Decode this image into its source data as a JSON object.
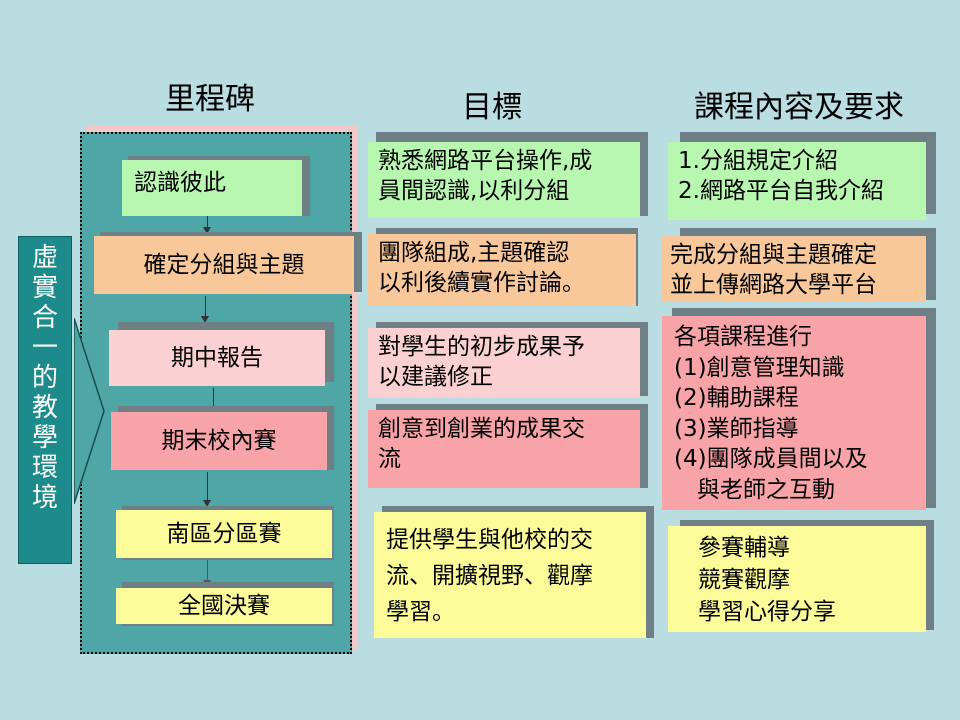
{
  "headings": {
    "milestones": "里程碑",
    "goals": "目標",
    "course": "課程內容及要求"
  },
  "side_label": [
    "虛",
    "實",
    "合",
    "一",
    "的",
    "教",
    "學",
    "環",
    "境"
  ],
  "milestones": [
    "認識彼此",
    "確定分組與主題",
    "期中報告",
    "期末校內賽",
    "南區分區賽",
    "全國決賽"
  ],
  "goals": [
    [
      "熟悉網路平台操作,成",
      "員間認識,以利分組"
    ],
    [
      "團隊組成,主題確認",
      "以利後續實作討論。"
    ],
    [
      "對學生的初步成果予",
      "以建議修正"
    ],
    [
      "創意到創業的成果交",
      "流"
    ],
    [
      "提供學生與他校的交",
      "流、開擴視野、觀摩",
      "學習。"
    ]
  ],
  "course": [
    [
      "1.分組規定介紹",
      "2.網路平台自我介紹"
    ],
    [
      "完成分組與主題確定",
      "並上傳網路大學平台"
    ],
    [
      "各項課程進行",
      "(1)創意管理知識",
      "(2)輔助課程",
      "(3)業師指導",
      "(4)團隊成員間以及",
      "　與老師之互動"
    ],
    [
      "參賽輔導",
      "競賽觀摩",
      "學習心得分享"
    ]
  ],
  "colors": {
    "background": "#b9dde1",
    "panel": "#4ea6a6",
    "side_bar": "#1d8b8b",
    "green": "#b7f7b0",
    "orange": "#f9c89a",
    "light_pink": "#fbd0d3",
    "pink": "#f7a3a7",
    "yellow": "#fbfb99"
  }
}
